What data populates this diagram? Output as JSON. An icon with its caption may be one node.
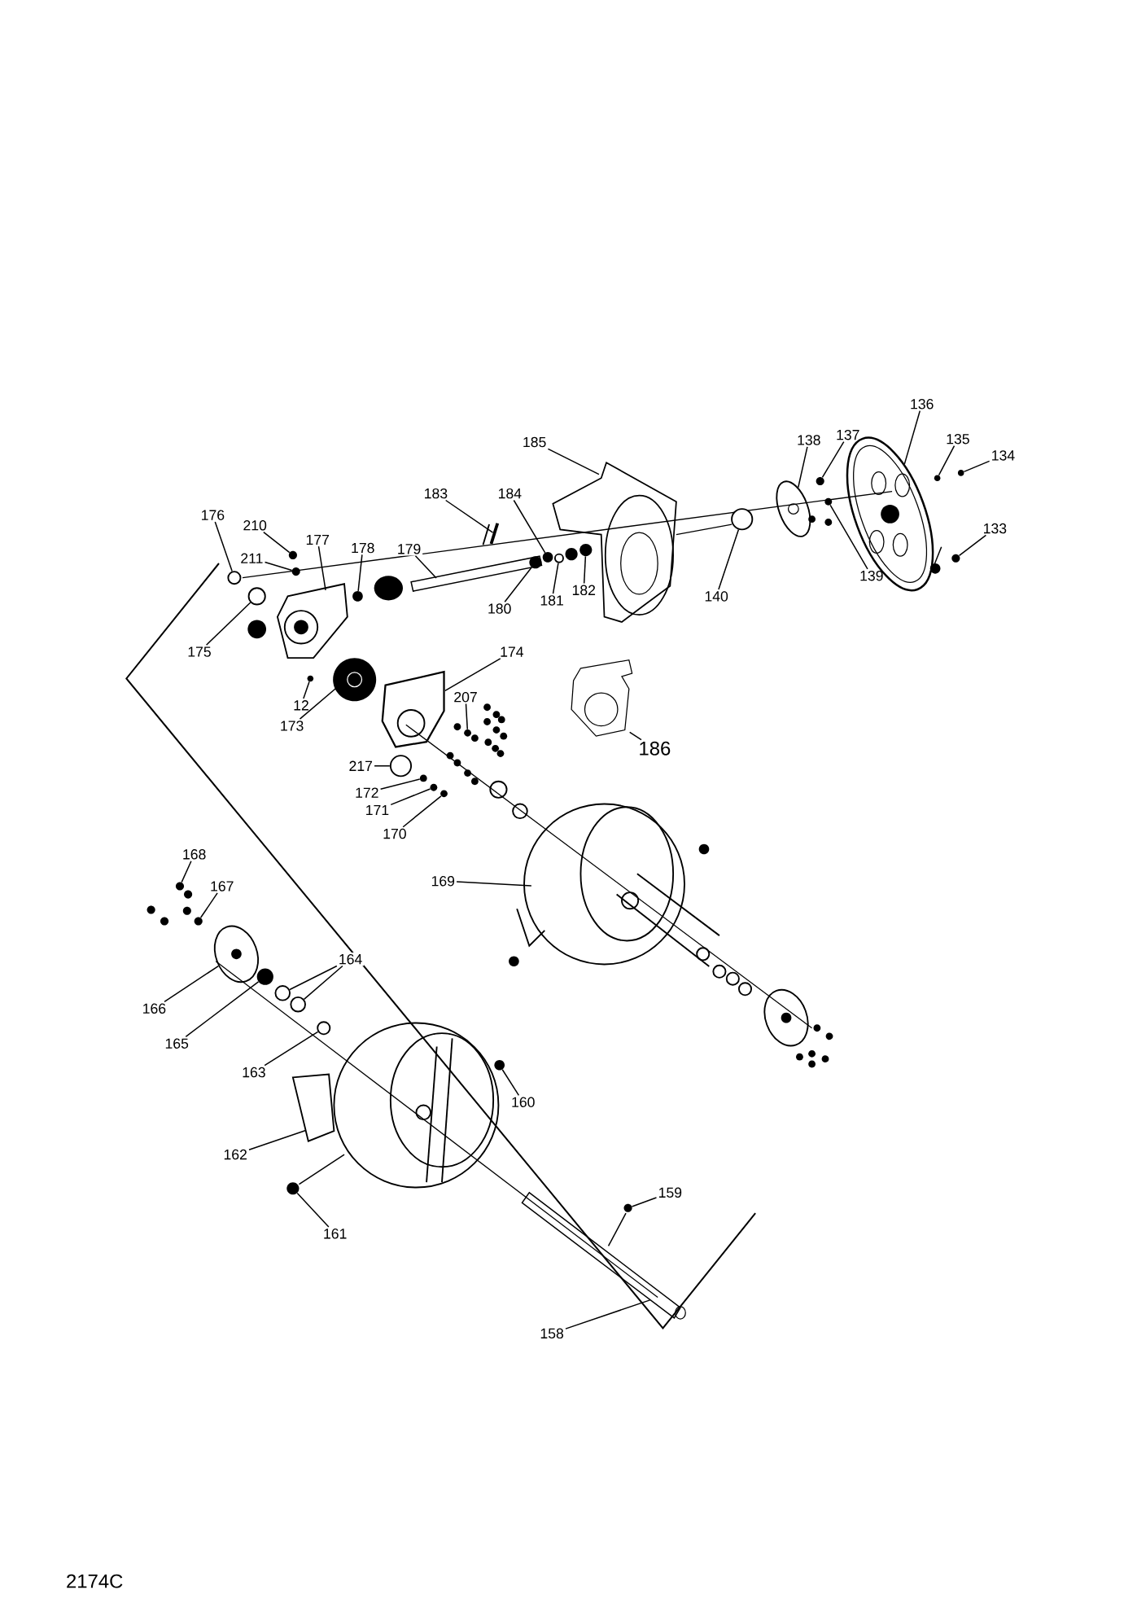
{
  "diagram": {
    "nodes": [
      {
        "text": [
          "136"
        ]
      },
      {
        "text": [
          "137"
        ]
      },
      {
        "text": [
          "138"
        ]
      },
      {
        "text": [
          "135"
        ]
      },
      {
        "text": [
          "134"
        ]
      },
      {
        "text": [
          "185"
        ]
      },
      {
        "text": [
          "183"
        ]
      },
      {
        "text": [
          "184"
        ]
      },
      {
        "text": [
          "176"
        ]
      },
      {
        "text": [
          "210"
        ]
      },
      {
        "text": [
          "177"
        ]
      },
      {
        "text": [
          "178"
        ]
      },
      {
        "text": [
          "179"
        ]
      },
      {
        "text": [
          "211"
        ]
      },
      {
        "text": [
          "133"
        ]
      },
      {
        "text": [
          "139"
        ]
      },
      {
        "text": [
          "140"
        ]
      },
      {
        "text": [
          "180"
        ]
      },
      {
        "text": [
          "181"
        ]
      },
      {
        "text": [
          "182"
        ]
      },
      {
        "text": [
          "175"
        ]
      },
      {
        "text": [
          "174"
        ]
      },
      {
        "text": [
          "12"
        ]
      },
      {
        "text": [
          "173"
        ]
      },
      {
        "text": [
          "207"
        ]
      },
      {
        "text": [
          "186"
        ]
      },
      {
        "text": [
          "217"
        ]
      },
      {
        "text": [
          "172"
        ]
      },
      {
        "text": [
          "171"
        ]
      },
      {
        "text": [
          "170"
        ]
      },
      {
        "text": [
          "168"
        ]
      },
      {
        "text": [
          "167"
        ]
      },
      {
        "text": [
          "169"
        ]
      },
      {
        "text": [
          "164"
        ]
      },
      {
        "text": [
          "166"
        ]
      },
      {
        "text": [
          "165"
        ]
      },
      {
        "text": [
          "163"
        ]
      },
      {
        "text": [
          "160"
        ]
      },
      {
        "text": [
          "162"
        ]
      },
      {
        "text": [
          "159"
        ]
      },
      {
        "text": [
          "161"
        ]
      },
      {
        "text": [
          "158"
        ]
      },
      {
        "text": [],
        "shape": "circle"
      },
      {
        "text": [],
        "shape": "circle"
      },
      {
        "text": [],
        "shape": "circle"
      },
      {
        "text": [],
        "shape": "circle"
      },
      {
        "text": [],
        "shape": "circle"
      },
      {
        "text": [],
        "shape": "circle"
      },
      {
        "text": [],
        "shape": "circle"
      },
      {
        "text": [],
        "shape": "circle"
      },
      {
        "text": [],
        "shape": "circle"
      },
      {
        "text": [],
        "shape": "circle"
      },
      {
        "text": [],
        "shape": "circle"
      },
      {
        "text": [],
        "shape": "circle"
      },
      {
        "text": [],
        "shape": "circle"
      },
      {
        "text": [],
        "shape": "circle"
      },
      {
        "text": [],
        "shape": "circle"
      },
      {
        "text": [],
        "shape": "circle"
      },
      {
        "text": [],
        "shape": "circle"
      },
      {
        "text": [],
        "shape": "circle"
      },
      {
        "text": [],
        "shape": "circle"
      },
      {
        "text": [],
        "shape": "circle"
      },
      {
        "text": [],
        "shape": "circle"
      },
      {
        "text": [],
        "shape": "circle"
      },
      {
        "text": [],
        "shape": "circle"
      },
      {
        "text": [],
        "shape": "circle"
      },
      {
        "text": [],
        "shape": "circle"
      },
      {
        "text": [],
        "shape": "circle"
      },
      {
        "text": [],
        "shape": "circle"
      },
      {
        "text": [],
        "shape": "bar"
      },
      {
        "text": [],
        "shape": "circle"
      },
      {
        "text": [],
        "shape": "circle"
      },
      {
        "text": [],
        "shape": "picture"
      },
      {
        "text": [],
        "shape": "circle"
      },
      {
        "text": [],
        "shape": "picture"
      },
      {
        "text": [],
        "shape": "picture"
      },
      {
        "text": [],
        "shape": "picture"
      }
    ],
    "edges": [
      {
        "from": 0,
        "to": 72,
        "arrow": "none"
      },
      {
        "from": 1,
        "to": 42,
        "arrow": "none"
      },
      {
        "from": 2,
        "to": 74,
        "arrow": "none"
      },
      {
        "from": 3,
        "to": 43,
        "arrow": "none"
      },
      {
        "from": 4,
        "to": 44,
        "arrow": "none"
      },
      {
        "from": 5,
        "to": null,
        "arrow": "none"
      },
      {
        "from": 6,
        "to": 69,
        "arrow": "none"
      },
      {
        "from": 7,
        "to": 70,
        "arrow": "none"
      },
      {
        "from": 8,
        "to": 45,
        "arrow": "none"
      },
      {
        "from": 9,
        "to": 46,
        "arrow": "none"
      },
      {
        "from": 10,
        "to": null,
        "arrow": "none"
      },
      {
        "from": 11,
        "to": 49,
        "arrow": "none"
      },
      {
        "from": 12,
        "to": null,
        "arrow": "none"
      },
      {
        "from": 13,
        "to": 47,
        "arrow": "none"
      },
      {
        "from": 14,
        "to": 48,
        "arrow": "none"
      },
      {
        "from": 15,
        "to": 73,
        "arrow": "none"
      },
      {
        "from": 16,
        "to": 71,
        "arrow": "none"
      },
      {
        "from": 17,
        "to": 50,
        "arrow": "none"
      },
      {
        "from": 18,
        "to": 51,
        "arrow": "none"
      },
      {
        "from": 19,
        "to": 52,
        "arrow": "none"
      },
      {
        "from": 20,
        "to": 53,
        "arrow": "none"
      },
      {
        "from": 21,
        "to": 75,
        "arrow": "none"
      },
      {
        "from": 22,
        "to": 54,
        "arrow": "none"
      },
      {
        "from": 23,
        "to": null,
        "arrow": "none"
      },
      {
        "from": 24,
        "to": 55,
        "arrow": "none"
      },
      {
        "from": 25,
        "to": null,
        "arrow": "none"
      },
      {
        "from": 26,
        "to": 56,
        "arrow": "none"
      },
      {
        "from": 27,
        "to": 57,
        "arrow": "none"
      },
      {
        "from": 28,
        "to": 58,
        "arrow": "none"
      },
      {
        "from": 29,
        "to": 59,
        "arrow": "none"
      },
      {
        "from": 30,
        "to": 60,
        "arrow": "none"
      },
      {
        "from": 31,
        "to": 61,
        "arrow": "none"
      },
      {
        "from": 32,
        "to": null,
        "arrow": "none"
      },
      {
        "from": 33,
        "to": 63,
        "arrow": "none"
      },
      {
        "from": 33,
        "to": 62,
        "arrow": "none"
      },
      {
        "from": 34,
        "to": 76,
        "arrow": "none"
      },
      {
        "from": 35,
        "to": 64,
        "arrow": "none"
      },
      {
        "from": 36,
        "to": 65,
        "arrow": "none"
      },
      {
        "from": 37,
        "to": 66,
        "arrow": "none"
      },
      {
        "from": 38,
        "to": null,
        "arrow": "none"
      },
      {
        "from": 39,
        "to": 67,
        "arrow": "none"
      },
      {
        "from": 40,
        "to": 68,
        "arrow": "none"
      },
      {
        "from": 41,
        "to": null,
        "arrow": "none"
      }
    ],
    "labels": [
      "2174C"
    ]
  }
}
